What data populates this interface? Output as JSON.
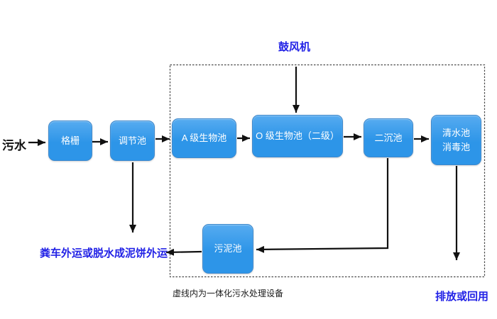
{
  "diagram": {
    "title_implicit": "integrated wastewater treatment process flow",
    "source_label": "污水",
    "nodes": {
      "grid": "格栅",
      "regulating": "调节池",
      "a_bio": "A 级生物池",
      "o_bio": "O 级生物池（二级）",
      "secondary": "二沉池",
      "clear_1": "清水池",
      "clear_2": "消毒池",
      "sludge": "污泥池"
    },
    "labels": {
      "blower": "鼓风机",
      "sludge_out": "粪车外运或脱水成泥饼外运",
      "dashed_box_caption": "虚线内为一体化污水处理设备",
      "discharge": "排放或回用"
    }
  },
  "colors": {
    "box_fill": "#2d95e8",
    "box_fill_light": "#56abf0",
    "box_border": "#3d88cc",
    "box_text": "#ffffff",
    "annotation_blue": "#2222e6",
    "arrow": "#111111",
    "dashed_border": "#4a4a4a"
  }
}
